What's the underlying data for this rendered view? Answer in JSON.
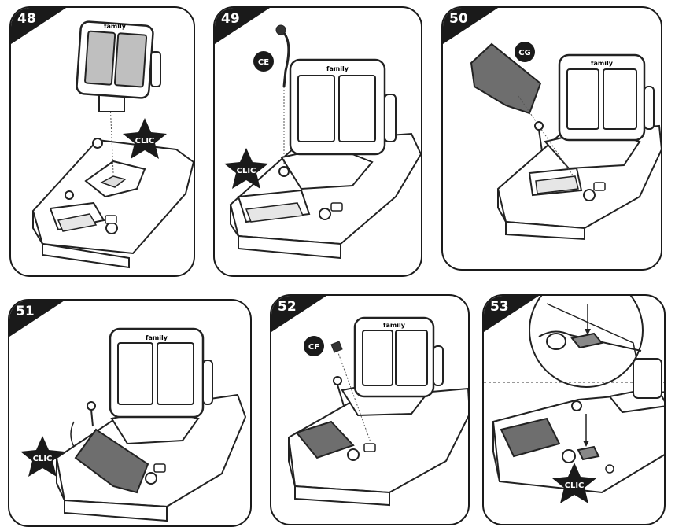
{
  "panels": [
    {
      "step": "48",
      "star": "CLIC"
    },
    {
      "step": "49",
      "part": "CE",
      "star": "CLIC"
    },
    {
      "step": "50",
      "part": "CG"
    },
    {
      "step": "51",
      "star": "CLIC"
    },
    {
      "step": "52",
      "part": "CF"
    },
    {
      "step": "53",
      "star": "CLIC"
    }
  ],
  "brand": "family"
}
